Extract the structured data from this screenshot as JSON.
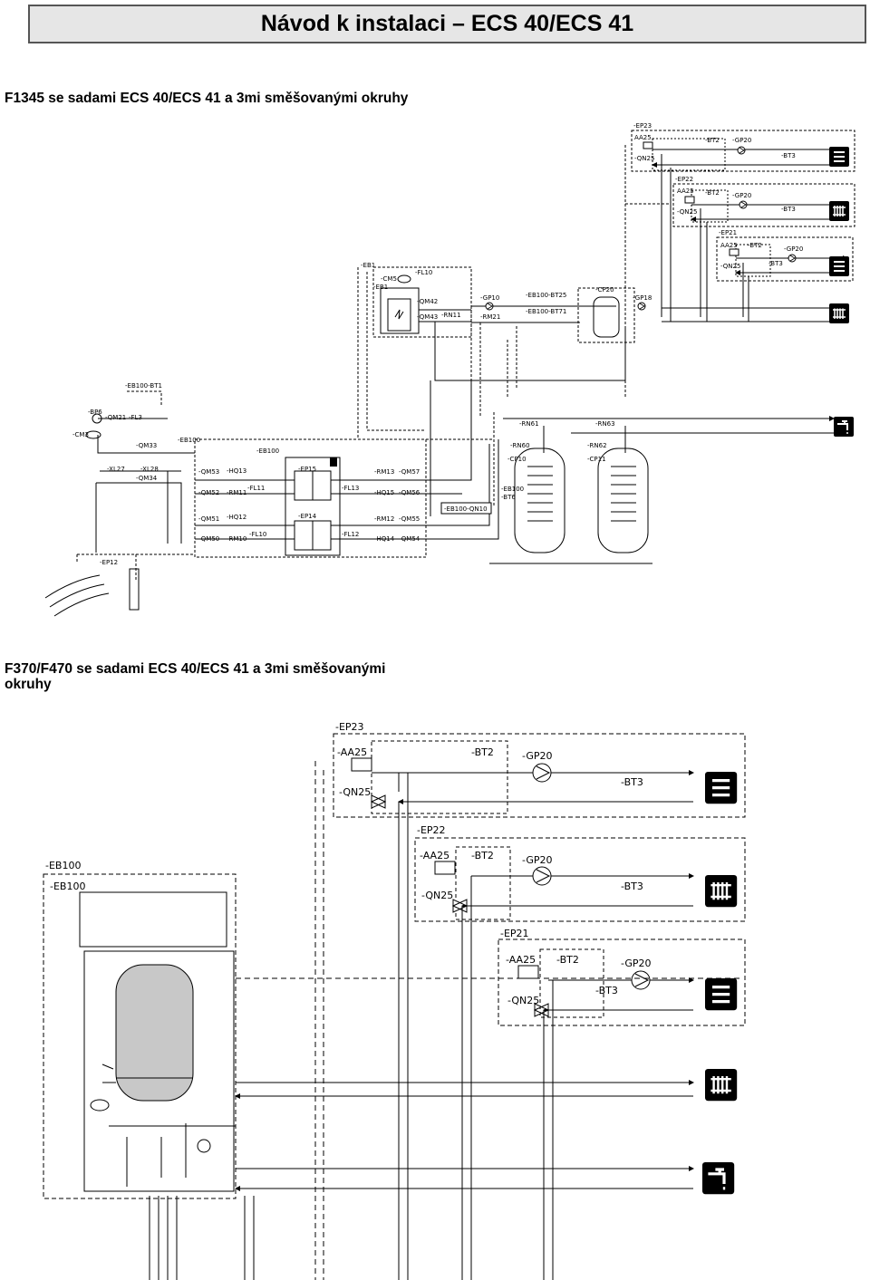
{
  "page": {
    "title": "Návod k instalaci – ECS 40/ECS 41",
    "section1_title": "F1345 se sadami ECS 40/ECS 41 a 3mi směšovanými okruhy",
    "section2_title": "F370/F470  se sadami ECS 40/ECS 41 a 3mi směšovanými okruhy"
  },
  "diagram1": {
    "labels": {
      "ep23": "-EP23",
      "aa25_1": "AA25",
      "bt2_1": "-BT2",
      "gp20_1": "-GP20",
      "qn25_1": "-QN25",
      "bt3_1": "-BT3",
      "ep22": "-EP22",
      "aa25_2": "AA25",
      "bt2_2": "-BT2",
      "gp20_2": "-GP20",
      "qn25_2": "-QN25",
      "bt3_2": "-BT3",
      "ep21": "-EP21",
      "aa25_3": "AA25",
      "bt2_3": "-BT2",
      "gp20_3": "-GP20",
      "qn25_3": "-QN25",
      "bt3_3": "-BT3",
      "eb1a": "-EB1",
      "eb1b": "-EB1",
      "cm5": "-CM5",
      "fl10": "-FL10",
      "qm42": "-QM42",
      "qm43": "-QM43",
      "rn11": "-RN11",
      "gp10": "-GP10",
      "rm21": "-RM21",
      "bt25": "-EB100-BT25",
      "bt71": "-EB100-BT71",
      "cp20": "-CP20",
      "gp18": "-GP18",
      "bt1": "-EB100-BT1",
      "bp6": "-BP6",
      "qm21": "-QM21",
      "fl3": "-FL3",
      "cm3": "-CM3",
      "eb100a": "-EB100",
      "qm33": "-QM33",
      "eb100b": "-EB100",
      "xl27": "-XL27",
      "xl28": "-XL28",
      "qm34": "-QM34",
      "qm53": "-QM53",
      "hq13": "-HQ13",
      "ep15": "-EP15",
      "rm13": "-RM13",
      "qm57": "-QM57",
      "qm52": "-QM52",
      "rm11": "-RM11",
      "fl11": "-FL11",
      "fl13": "-FL13",
      "hq15": "-HQ15",
      "qm56": "-QM56",
      "qm51": "-QM51",
      "hq12": "-HQ12",
      "ep14": "-EP14",
      "rm12": "-RM12",
      "qm55": "-QM55",
      "qm50": "-QM50",
      "rm10": "-RM10",
      "fl10b": "-FL10",
      "fl12": "-FL12",
      "hq14": "-HQ14",
      "qm54": "-QM54",
      "qn10": "-EB100-QN10",
      "rn61": "-RN61",
      "rn63": "-RN63",
      "rn60": "-RN60",
      "rn62": "-RN62",
      "cp10": "-CP10",
      "cp11": "-CP11",
      "bt6a": "-EB100",
      "bt6b": "-BT6",
      "ep12": "-EP12"
    }
  },
  "diagram2": {
    "labels": {
      "ep23": "-EP23",
      "aa25_1": "-AA25",
      "bt2_1": "-BT2",
      "gp20_1": "-GP20",
      "qn25_1": "-QN25",
      "bt3_1": "-BT3",
      "ep22": "-EP22",
      "aa25_2": "-AA25",
      "bt2_2": "-BT2",
      "gp20_2": "-GP20",
      "qn25_2": "-QN25",
      "bt3_2": "-BT3",
      "ep21": "-EP21",
      "aa25_3": "-AA25",
      "bt2_3": "-BT2",
      "gp20_3": "-GP20",
      "qn25_3": "-QN25",
      "bt3_3": "-BT3",
      "eb100a": "-EB100",
      "eb100b": "-EB100"
    }
  }
}
